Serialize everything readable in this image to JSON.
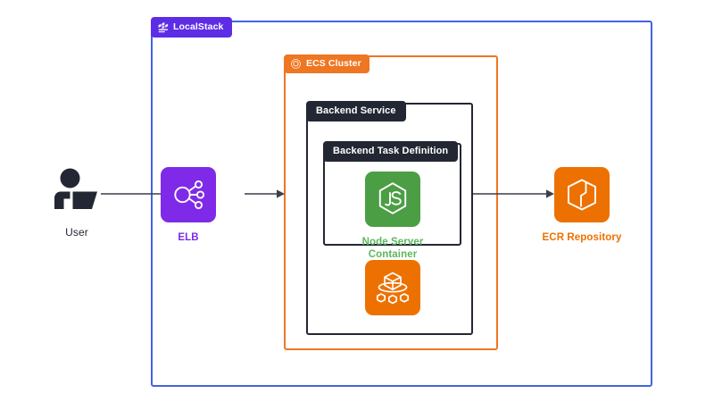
{
  "diagram": {
    "title": "LocalStack ECS architecture diagram",
    "background": "#ffffff",
    "colors": {
      "localstack_purple": "#5d2de6",
      "boundary_blue": "#4164e3",
      "ecs_orange": "#ef7622",
      "badge_dark": "#232733",
      "node_purple": "#7f2ae8",
      "node_orange": "#ed7100",
      "node_green": "#4c9e45",
      "label_green": "#5cb85c",
      "arrow_gray": "#3b3f4a"
    }
  },
  "boundaries": {
    "localstack": {
      "badge_label": "LocalStack",
      "badge_icon": "localstack-logo-icon",
      "border_color": "#4164e3"
    },
    "ecs_cluster": {
      "badge_label": "ECS Cluster",
      "badge_icon": "ecs-cluster-icon",
      "border_color": "#ef7622"
    },
    "backend_service": {
      "badge_label": "Backend Service",
      "badge_icon": "",
      "border_color": "#232733"
    },
    "task_definition": {
      "badge_label": "Backend Task Definition",
      "badge_icon": "",
      "border_color": "#232733"
    }
  },
  "nodes": {
    "user": {
      "label": "User",
      "icon": "user-at-laptop-icon",
      "color": "#232733"
    },
    "elb": {
      "label": "ELB",
      "icon": "elastic-load-balancer-icon",
      "tile_color": "#7f2ae8",
      "label_color": "#7f2ae8"
    },
    "node_server_container": {
      "label": "Node Server Container",
      "icon": "nodejs-icon",
      "tile_color": "#4c9e45",
      "label_color": "#5cb85c"
    },
    "ecs_service": {
      "label": "",
      "icon": "ecs-service-cube-icon",
      "tile_color": "#ed7100"
    },
    "ecr_repository": {
      "label": "ECR Repository",
      "icon": "ecr-repository-icon",
      "tile_color": "#ed7100",
      "label_color": "#ed7100"
    }
  },
  "connections": [
    {
      "name": "user-to-elb",
      "from": "User",
      "to": "ELB",
      "style": "solid-arrow"
    },
    {
      "name": "elb-to-ecs-cluster",
      "from": "ELB",
      "to": "ECS Cluster",
      "style": "solid-arrow"
    },
    {
      "name": "backend-service-to-ecr",
      "from": "Backend Service",
      "to": "ECR Repository",
      "style": "solid-arrow"
    }
  ]
}
